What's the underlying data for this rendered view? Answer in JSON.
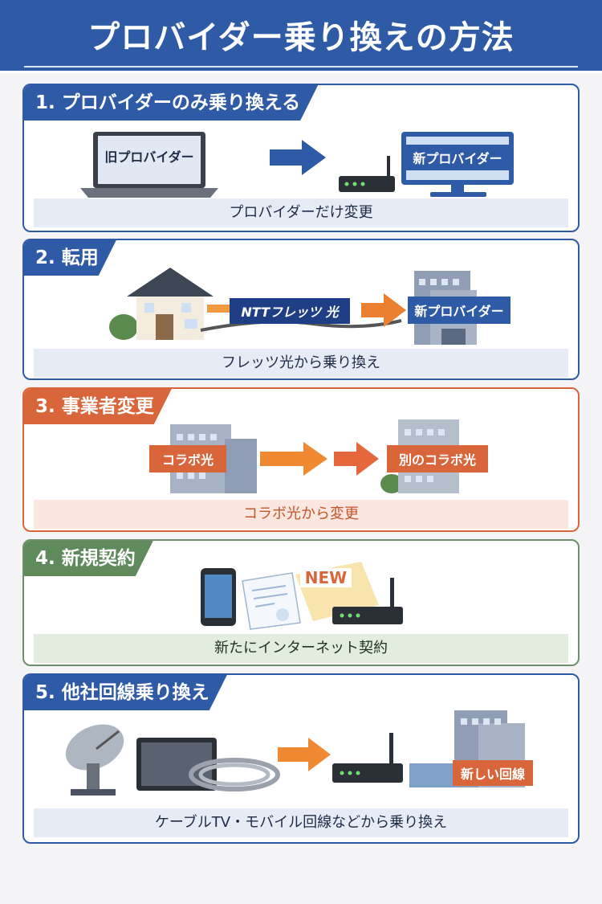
{
  "header": {
    "title": "プロバイダー乗り換えの方法"
  },
  "sections": [
    {
      "number": "1.",
      "title": "プロバイダーのみ乗り換える",
      "caption": "プロバイダーだけ変更",
      "labels": {
        "old": "旧プロバイダー",
        "new": "新プロバイダー"
      }
    },
    {
      "number": "2.",
      "title": "転用",
      "caption": "フレッツ光から乗り換え",
      "labels": {
        "ntt": "NTTフレッツ 光",
        "new": "新プロバイダー"
      }
    },
    {
      "number": "3.",
      "title": "事業者変更",
      "caption": "コラボ光から変更",
      "labels": {
        "from": "コラボ光",
        "to": "別のコラボ光"
      }
    },
    {
      "number": "4.",
      "title": "新規契約",
      "caption": "新たにインターネット契約",
      "labels": {
        "new": "NEW"
      }
    },
    {
      "number": "5.",
      "title": "他社回線乗り換え",
      "caption": "ケーブルTV・モバイル回線などから乗り換え",
      "labels": {
        "line": "新しい回線"
      }
    }
  ],
  "colors": {
    "blue": "#2f5aa6",
    "orange": "#d9663a",
    "green": "#5f8a5c"
  }
}
